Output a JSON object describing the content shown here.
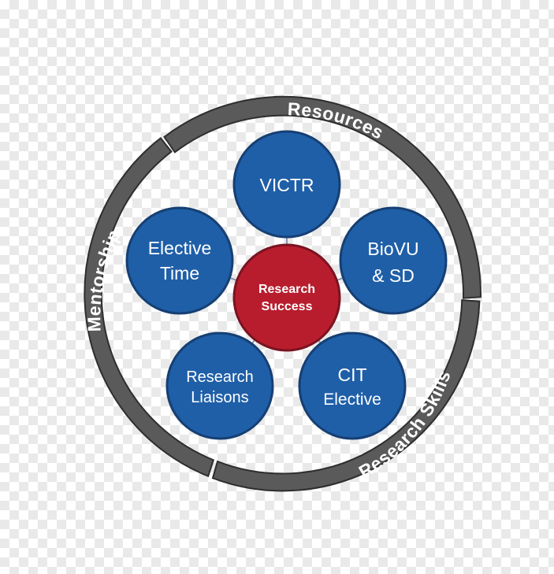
{
  "colors": {
    "ring_fill": "#5a5a5a",
    "ring_stroke": "#2e2e2e",
    "node_fill": "#1f5fa8",
    "node_stroke": "#163f73",
    "center_fill": "#b81d2e",
    "center_stroke": "#7a1320",
    "connector": "#8a97b0"
  },
  "ring_segments": [
    {
      "label": "Resources"
    },
    {
      "label": "Research Skills"
    },
    {
      "label": "Mentorship"
    }
  ],
  "center": {
    "line1": "Research",
    "line2": "Success"
  },
  "nodes": [
    {
      "line1": "VICTR",
      "line2": ""
    },
    {
      "line1": "BioVU",
      "line2": "& SD"
    },
    {
      "line1": "CIT",
      "line2": "Elective"
    },
    {
      "line1": "Research",
      "line2": "Liaisons"
    },
    {
      "line1": "Elective",
      "line2": "Time"
    }
  ]
}
